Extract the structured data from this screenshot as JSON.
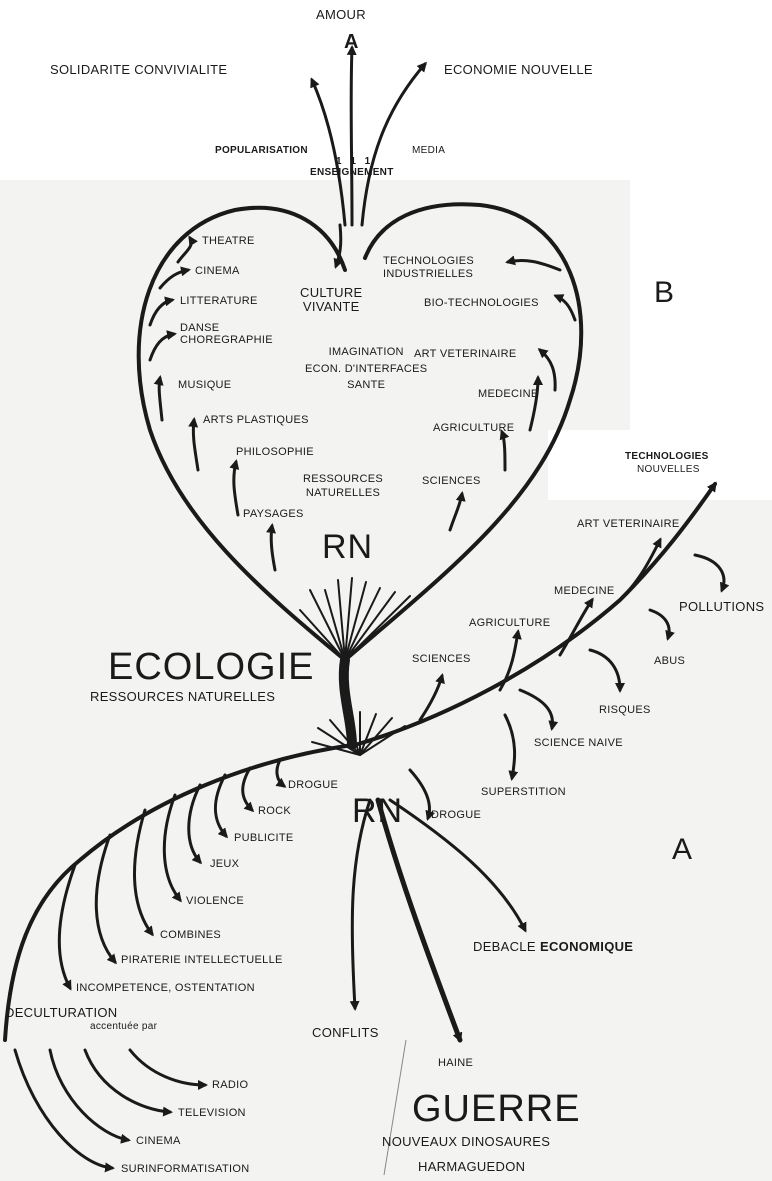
{
  "top": {
    "amour": "AMOUR",
    "letter_a": "A",
    "solidarite": "SOLIDARITE CONVIVIALITE",
    "economie": "ECONOMIE NOUVELLE",
    "popularisation": "POPULARISATION",
    "media": "MEDIA",
    "ones": "1 1 1",
    "enseignement": "ENSEIGNEMENT"
  },
  "heart": {
    "label_b": "B",
    "culture": "CULTURE\nVIVANTE",
    "center_lines": [
      "IMAGINATION",
      "ECON. D'INTERFACES",
      "SANTE"
    ],
    "ressources": "RESSOURCES\nNATURELLES",
    "rn": "RN",
    "left_branches": [
      "THEATRE",
      "CINEMA",
      "LITTERATURE",
      "DANSE\nCHOREGRAPHIE",
      "MUSIQUE",
      "ARTS PLASTIQUES",
      "PHILOSOPHIE",
      "PAYSAGES"
    ],
    "right_branches": [
      "TECHNOLOGIES\nINDUSTRIELLES",
      "BIO-TECHNOLOGIES",
      "ART VETERINAIRE",
      "MEDECINE",
      "AGRICULTURE",
      "SCIENCES"
    ]
  },
  "ecologie": {
    "title": "ECOLOGIE",
    "subtitle": "RESSOURCES NATURELLES"
  },
  "right_arm": {
    "technologies": "TECHNOLOGIES",
    "nouvelles": "NOUVELLES",
    "art_veterinaire": "ART VETERINAIRE",
    "medecine": "MEDECINE",
    "pollutions": "POLLUTIONS",
    "agriculture": "AGRICULTURE",
    "sciences": "SCIENCES",
    "abus": "ABUS",
    "risques": "RISQUES",
    "science_naive": "SCIENCE NAIVE",
    "superstition": "SUPERSTITION"
  },
  "lower": {
    "rn": "RN",
    "drogue_right": "DROGUE",
    "label_a": "A",
    "debacle": "DEBACLE",
    "economique": "ECONOMIQUE",
    "conflits": "CONFLITS",
    "haine": "HAINE",
    "guerre": "GUERRE",
    "dinosaures": "NOUVEAUX DINOSAURES",
    "harmaguedon": "HARMAGUEDON",
    "left_branches": [
      "DROGUE",
      "ROCK",
      "PUBLICITE",
      "JEUX",
      "VIOLENCE",
      "COMBINES",
      "PIRATERIE INTELLECTUELLE",
      "INCOMPETENCE, OSTENTATION"
    ],
    "deculturation": "DECULTURATION",
    "accentuee": "accentuée par",
    "media_branches": [
      "RADIO",
      "TELEVISION",
      "CINEMA",
      "SURINFORMATISATION"
    ]
  }
}
